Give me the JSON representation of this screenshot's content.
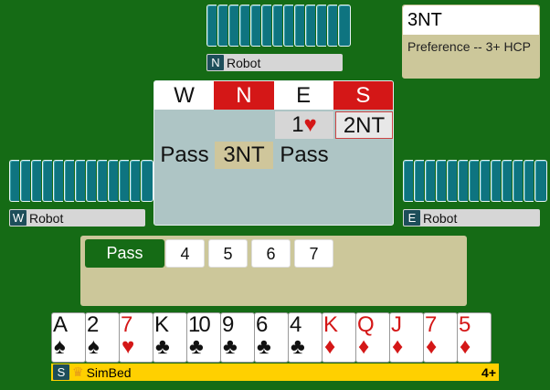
{
  "north": {
    "seat": "N",
    "player": "Robot",
    "cards": 13
  },
  "west": {
    "seat": "W",
    "player": "Robot",
    "cards": 13
  },
  "east": {
    "seat": "E",
    "player": "Robot",
    "cards": 13
  },
  "south": {
    "seat": "S",
    "player": "SimBed",
    "hcp": "4+"
  },
  "explanation": {
    "call": "3NT",
    "text": "Preference -- 3+ HCP"
  },
  "bidding": {
    "headers": [
      "W",
      "N",
      "E",
      "S"
    ],
    "vulnerable_colors": {
      "W": "#ffffff",
      "N": "#d41717",
      "E": "#ffffff",
      "S": "#d41717"
    },
    "bids": {
      "e1": "1",
      "s1": "2NT",
      "w2": "Pass",
      "n2": "3NT",
      "e2": "Pass"
    }
  },
  "call_panel": {
    "pass": "Pass",
    "levels": [
      "4",
      "5",
      "6",
      "7"
    ]
  },
  "hand": [
    {
      "rank": "A",
      "suit": "♠",
      "color": "black"
    },
    {
      "rank": "2",
      "suit": "♠",
      "color": "black"
    },
    {
      "rank": "7",
      "suit": "♥",
      "color": "red"
    },
    {
      "rank": "K",
      "suit": "♣",
      "color": "black"
    },
    {
      "rank": "10",
      "suit": "♣",
      "color": "black"
    },
    {
      "rank": "9",
      "suit": "♣",
      "color": "black"
    },
    {
      "rank": "6",
      "suit": "♣",
      "color": "black"
    },
    {
      "rank": "4",
      "suit": "♣",
      "color": "black"
    },
    {
      "rank": "K",
      "suit": "♦",
      "color": "red"
    },
    {
      "rank": "Q",
      "suit": "♦",
      "color": "red"
    },
    {
      "rank": "J",
      "suit": "♦",
      "color": "red"
    },
    {
      "rank": "7",
      "suit": "♦",
      "color": "red"
    },
    {
      "rank": "5",
      "suit": "♦",
      "color": "red"
    }
  ]
}
